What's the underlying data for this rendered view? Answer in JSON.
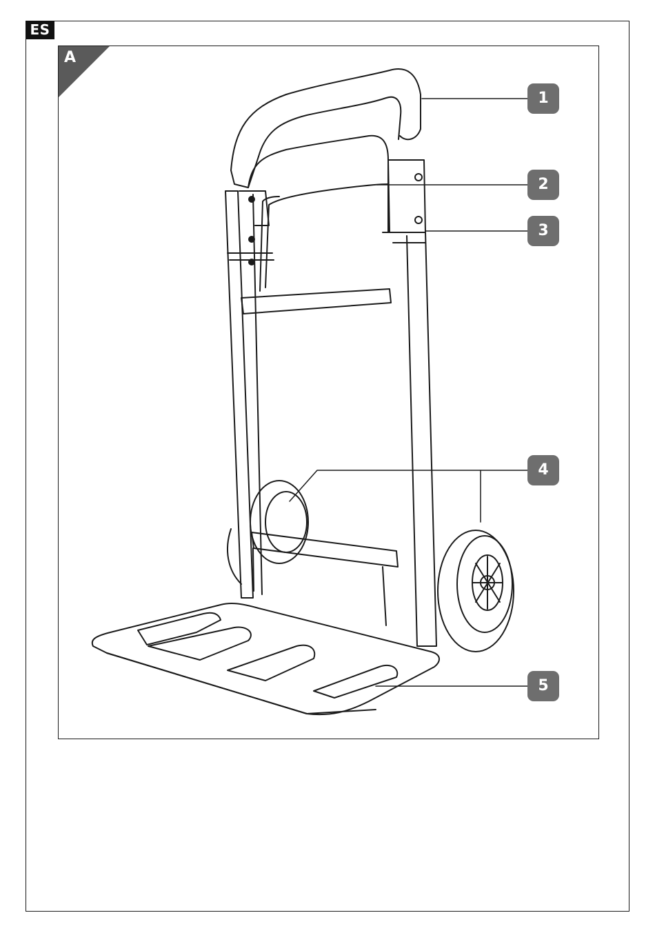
{
  "page": {
    "language_tab": "ES"
  },
  "figure": {
    "tag": "A",
    "callouts": [
      {
        "number": "1",
        "part": "handle"
      },
      {
        "number": "2",
        "part": "folding-bracket"
      },
      {
        "number": "3",
        "part": "telescopic-frame"
      },
      {
        "number": "4",
        "part": "wheels"
      },
      {
        "number": "5",
        "part": "loading-platform"
      }
    ]
  },
  "colors": {
    "line": "#1a1a1a",
    "callout_fill": "#6e6e6e",
    "tag_fill": "#5a5a5a",
    "lang_tab_fill": "#111111"
  }
}
